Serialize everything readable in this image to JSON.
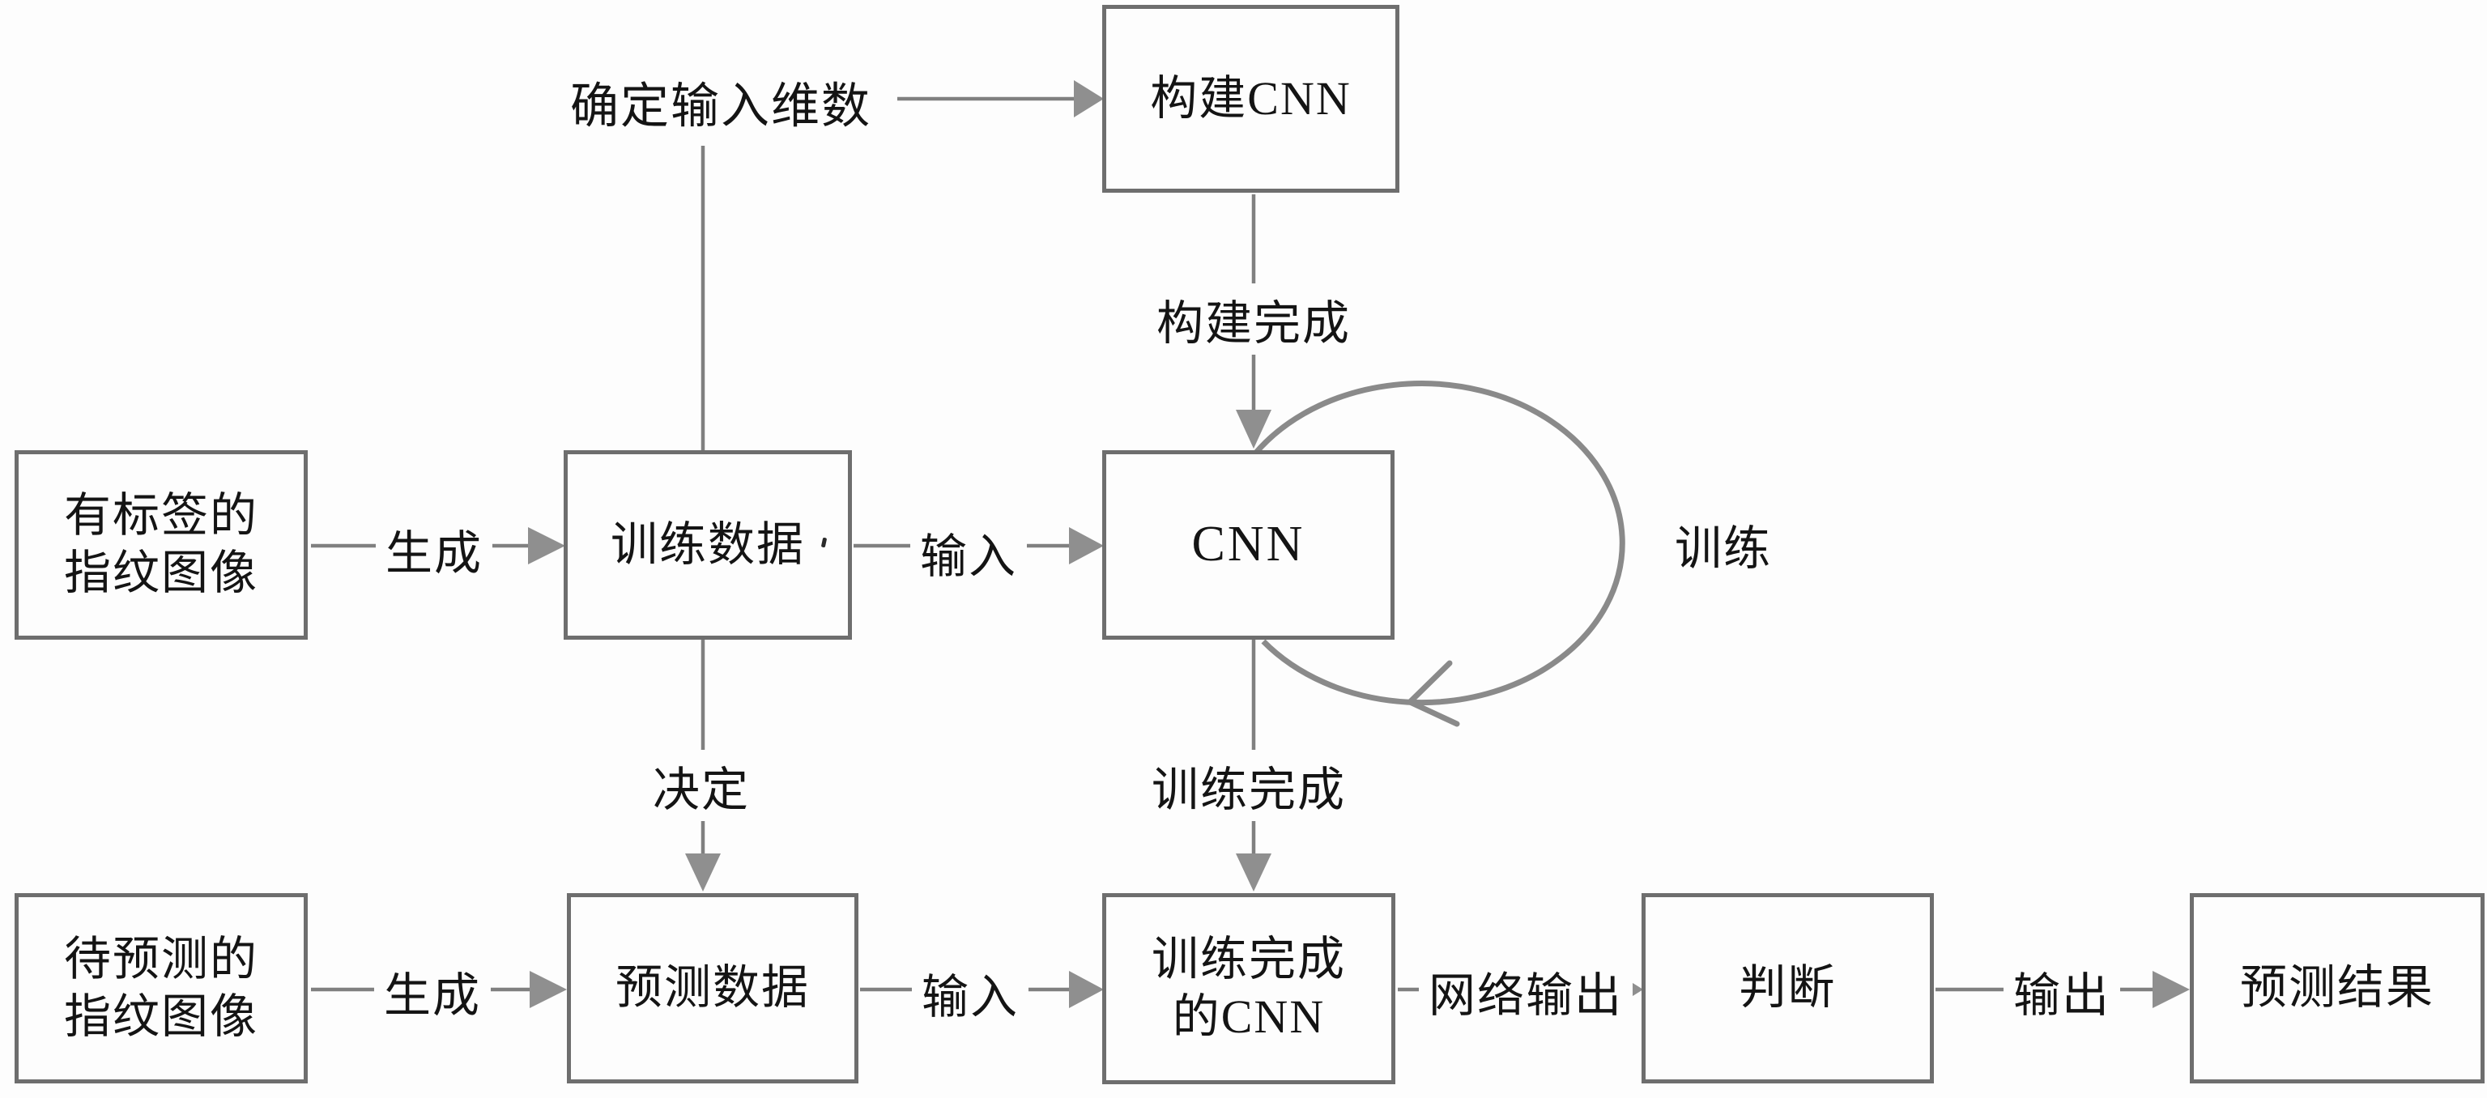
{
  "diagram": {
    "title": "CNN fingerprint training and prediction flowchart",
    "nodes": {
      "build_cnn": {
        "label": "构建CNN"
      },
      "labeled_fingerprint": {
        "label": "有标签的\n指纹图像"
      },
      "train_data": {
        "label": "训练数据"
      },
      "cnn": {
        "label": "CNN"
      },
      "pred_fingerprint": {
        "label": "待预测的\n指纹图像"
      },
      "pred_data": {
        "label": "预测数据"
      },
      "trained_cnn": {
        "label": "训练完成\n的CNN"
      },
      "judge": {
        "label": "判断"
      },
      "result": {
        "label": "预测结果"
      }
    },
    "edge_labels": {
      "determine_input_dims": "确定输入维数",
      "build_complete": "构建完成",
      "generate_train": "生成",
      "input_train": "输入",
      "train_loop": "训练",
      "decide": "决定",
      "train_complete": "训练完成",
      "generate_pred": "生成",
      "input_pred": "输入",
      "network_output": "网络输出",
      "output": "输出"
    },
    "colors": {
      "line": "#808080",
      "box_border": "#6e6e6e",
      "arrowhead": "#8f8f8f",
      "loop": "#8a8a8a",
      "text": "#141414",
      "background": "#fdfdfd"
    }
  }
}
